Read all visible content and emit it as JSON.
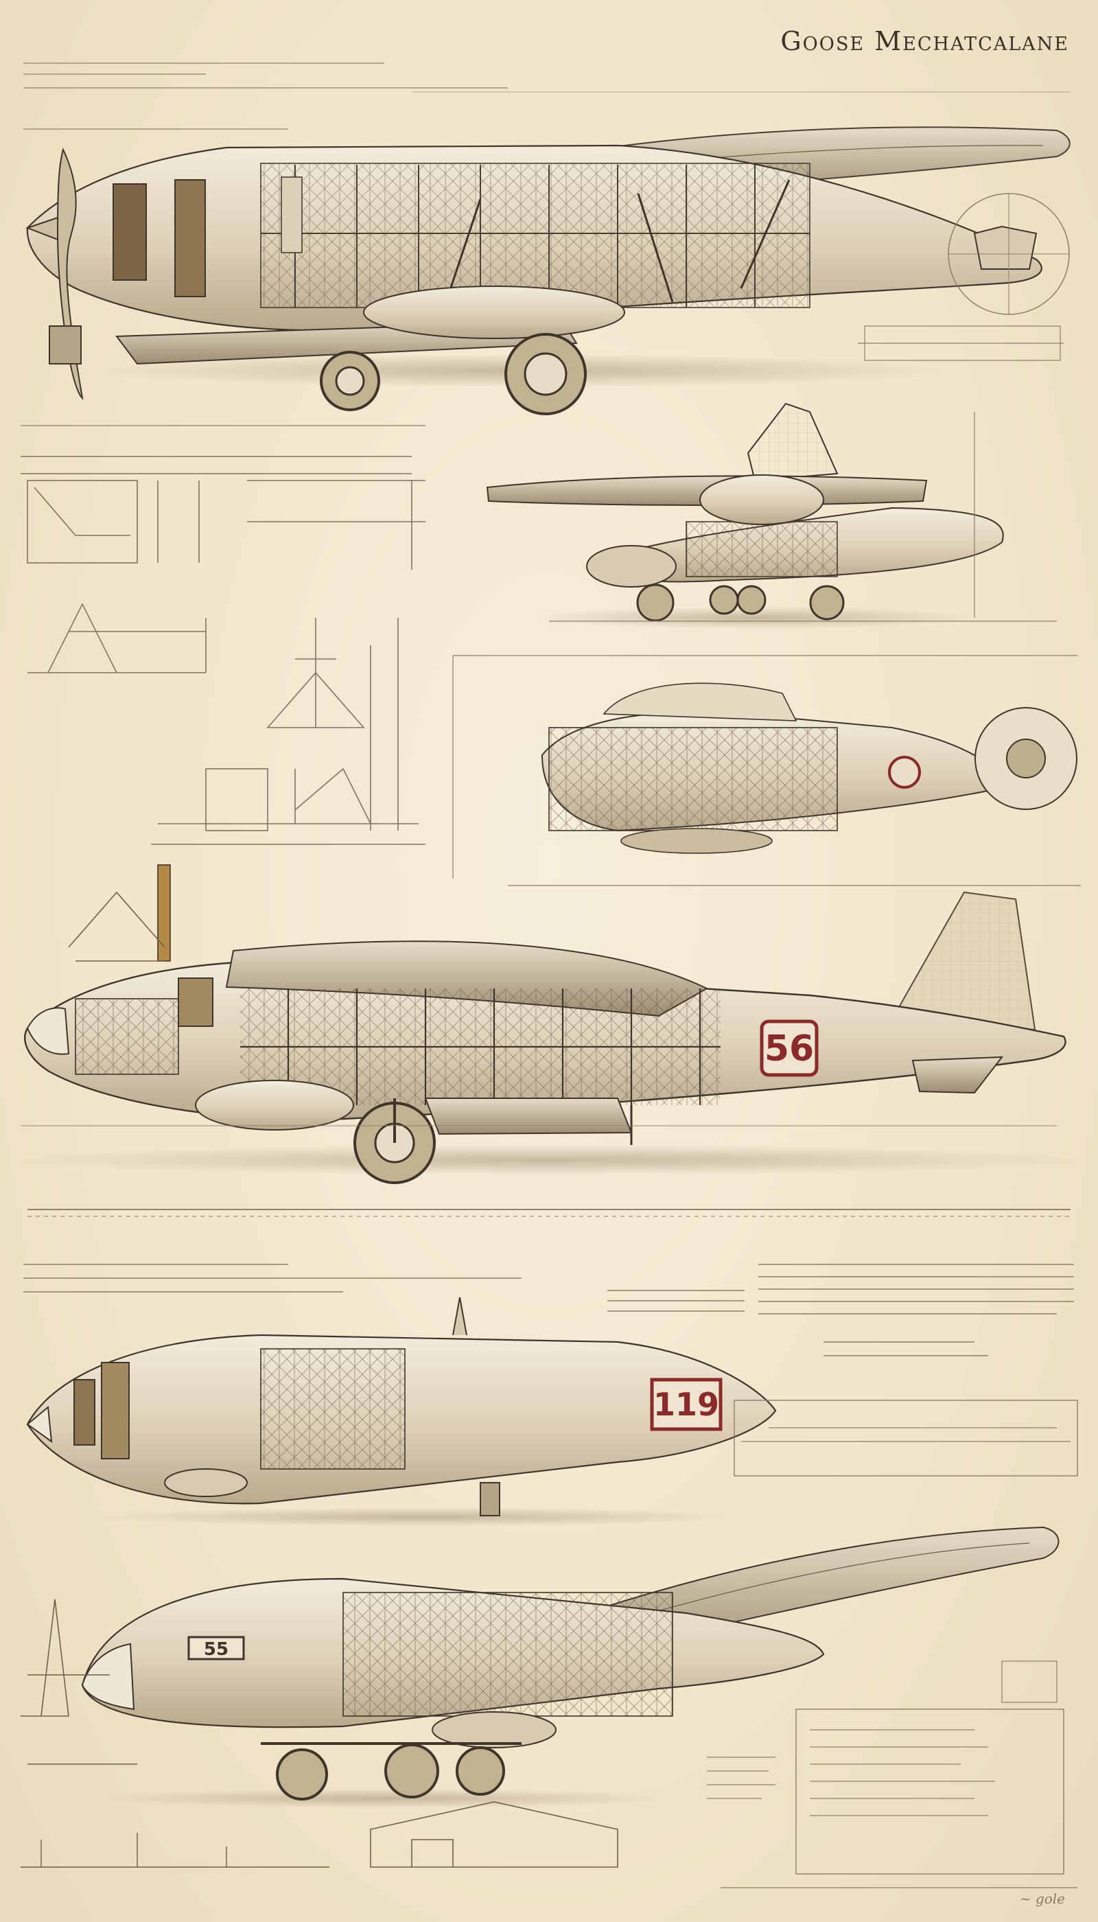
{
  "sheet": {
    "title": "Goose Mechatcalane",
    "signature": "~ gole",
    "plate_numbers": [
      "56",
      "119",
      "55"
    ]
  },
  "colors": {
    "paper": "#f1e6cd",
    "ink": "#4a3f33",
    "accent_red": "#8b2a2a",
    "brass": "#b28a45",
    "fuselage": "#e4d8c0"
  }
}
